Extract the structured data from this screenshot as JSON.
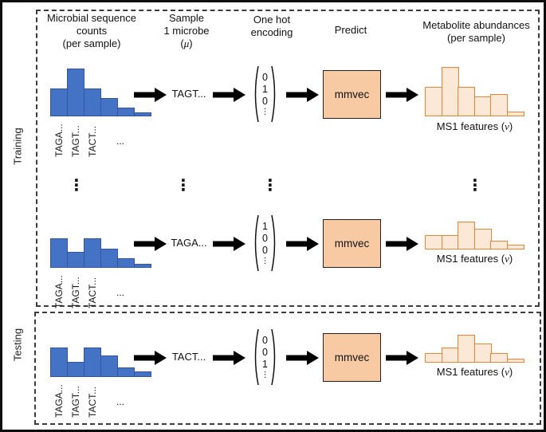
{
  "sections": {
    "training": "Training",
    "testing": "Testing"
  },
  "headers": [
    {
      "id": "microbial-counts",
      "lines": [
        "Microbial sequence",
        "counts",
        "(per sample)"
      ]
    },
    {
      "id": "sample-microbe",
      "lines": [
        "Sample",
        "1 microbe"
      ],
      "math": {
        "pre": "(",
        "sym": "μ",
        "post": ")"
      }
    },
    {
      "id": "one-hot",
      "lines": [
        "One hot",
        "encoding"
      ]
    },
    {
      "id": "predict",
      "lines": [
        "Predict"
      ]
    },
    {
      "id": "metabolites",
      "lines": [
        "Metabolite abundances",
        "(per sample)"
      ]
    }
  ],
  "dots_glyph": "⋮",
  "colors": {
    "blue_fill": "#4472c4",
    "blue_border": "#34559e",
    "orange_border": "#ee8434",
    "orange_fill": "#fce8d7",
    "mmvec_fill": "#f8caa4",
    "arrow": "#000000",
    "dash_border": "#3c3c3c"
  },
  "rows": [
    {
      "section": "Training",
      "microbe_hist": {
        "values": [
          35,
          60,
          35,
          23,
          11,
          5
        ],
        "labels": [
          "TAGA...",
          "TAGT...",
          "TACT..."
        ],
        "more_label": "..."
      },
      "sample_label": "TAGT...",
      "one_hot": [
        "0",
        "1",
        "0",
        "⋮"
      ],
      "model_label": "mmvec",
      "metabolite_hist": {
        "values": [
          37,
          62,
          37,
          25,
          28,
          6
        ]
      },
      "metabolite_label": {
        "pre": "MS1 features (",
        "sym": "ν",
        "post": ")"
      }
    },
    {
      "section": "Training",
      "microbe_hist": {
        "values": [
          37,
          20,
          37,
          24,
          12,
          5
        ],
        "labels": [
          "TAGA...",
          "TAGT...",
          "TACT..."
        ],
        "more_label": "..."
      },
      "sample_label": "TAGA...",
      "one_hot": [
        "1",
        "0",
        "0",
        "⋮"
      ],
      "model_label": "mmvec",
      "metabolite_hist": {
        "values": [
          18,
          18,
          35,
          26,
          11,
          6
        ]
      },
      "metabolite_label": {
        "pre": "MS1 features (",
        "sym": "ν",
        "post": ")"
      }
    },
    {
      "section": "Testing",
      "microbe_hist": {
        "values": [
          37,
          19,
          37,
          27,
          12,
          7
        ],
        "labels": [
          "TAGA...",
          "TAGT...",
          "TACT..."
        ],
        "more_label": "..."
      },
      "sample_label": "TACT...",
      "one_hot": [
        "0",
        "0",
        "1",
        "⋮"
      ],
      "model_label": "mmvec",
      "metabolite_hist": {
        "values": [
          12,
          19,
          35,
          24,
          12,
          5
        ]
      },
      "metabolite_label": {
        "pre": "MS1 features (",
        "sym": "ν",
        "post": ")"
      }
    }
  ]
}
